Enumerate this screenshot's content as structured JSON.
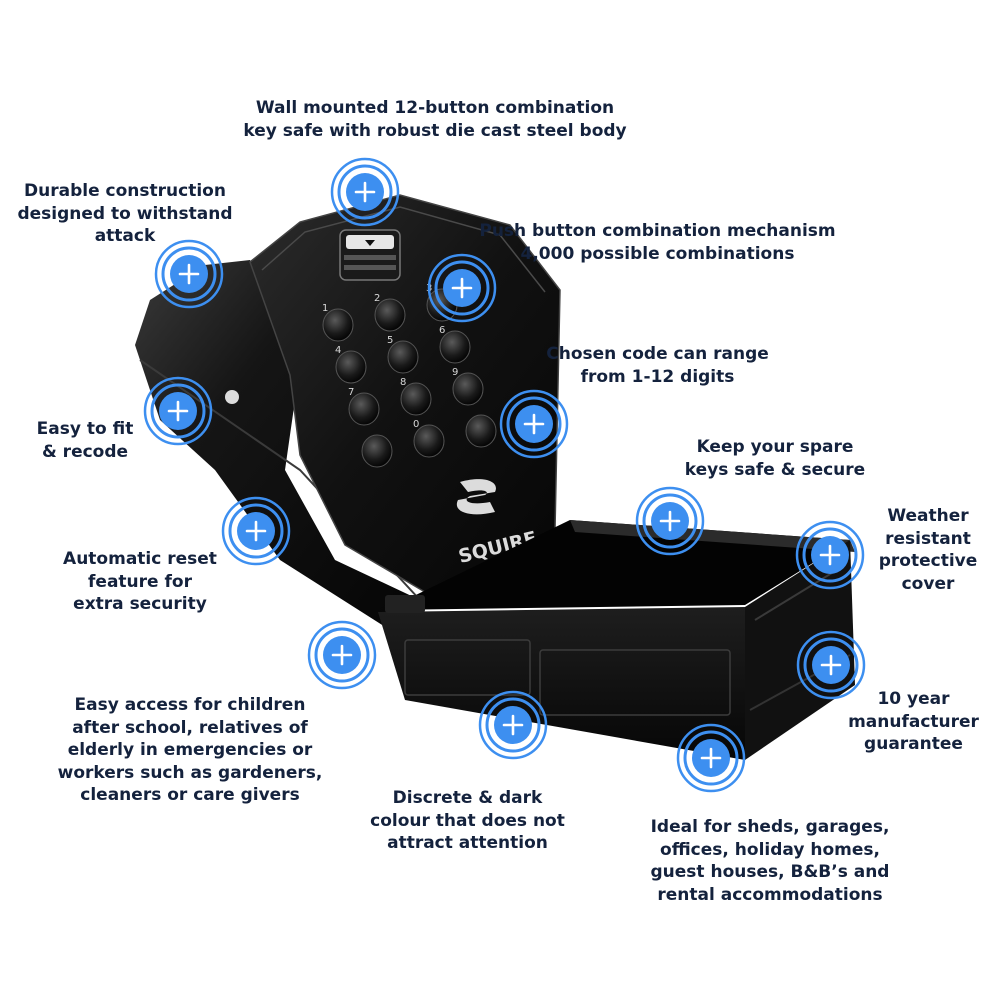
{
  "brand": "SQUIRE",
  "colors": {
    "hotspot": "#3d8ff0",
    "text": "#14223d",
    "product_body": "#151515"
  },
  "hotspot_icon": "plus-icon",
  "features": {
    "wall_mounted": "Wall mounted 12-button combination\nkey safe with robust die cast steel body",
    "durable": "Durable construction\ndesigned to withstand\nattack",
    "push_button": "Push button combination mechanism\n4,000 possible combinations",
    "chosen_code": "Chosen code can range\nfrom 1-12 digits",
    "easy_fit": "Easy to fit\n& recode",
    "spare_keys": "Keep your spare\nkeys safe & secure",
    "weather": "Weather\nresistant\nprotective\ncover",
    "auto_reset": "Automatic reset\nfeature for\nextra security",
    "warranty": "10 year\nmanufacturer\nguarantee",
    "easy_access": "Easy access for children\nafter school, relatives of\nelderly in emergencies or\nworkers such as gardeners,\ncleaners or care givers",
    "discrete": "Discrete & dark\ncolour that does not\nattract attention",
    "ideal_for": "Ideal for sheds, garages,\noffices, holiday homes,\nguest houses, B&B’s and\nrental accommodations"
  },
  "keypad": [
    "1",
    "2",
    "3",
    "4",
    "5",
    "6",
    "7",
    "8",
    "9",
    "",
    "0",
    ""
  ]
}
